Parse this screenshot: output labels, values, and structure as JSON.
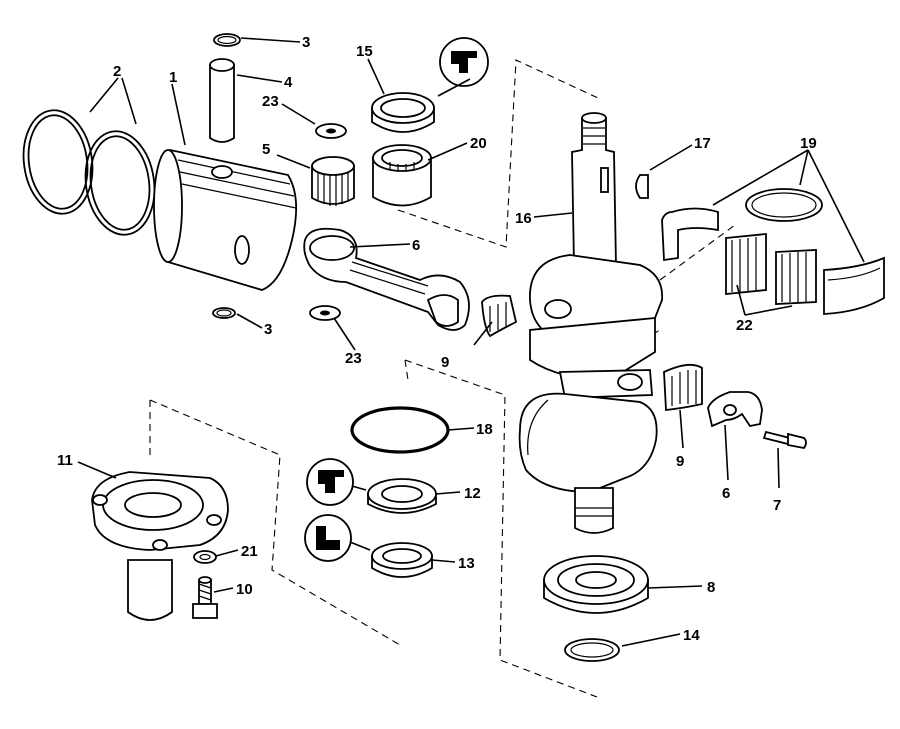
{
  "callouts": {
    "c1": "1",
    "c2": "2",
    "c3a": "3",
    "c3b": "3",
    "c4": "4",
    "c5": "5",
    "c6a": "6",
    "c6b": "6",
    "c7": "7",
    "c8": "8",
    "c9a": "9",
    "c9b": "9",
    "c10": "10",
    "c11": "11",
    "c12": "12",
    "c13": "13",
    "c14": "14",
    "c15": "15",
    "c16": "16",
    "c17": "17",
    "c18": "18",
    "c19": "19",
    "c20": "20",
    "c21": "21",
    "c22": "22",
    "c23a": "23",
    "c23b": "23"
  }
}
